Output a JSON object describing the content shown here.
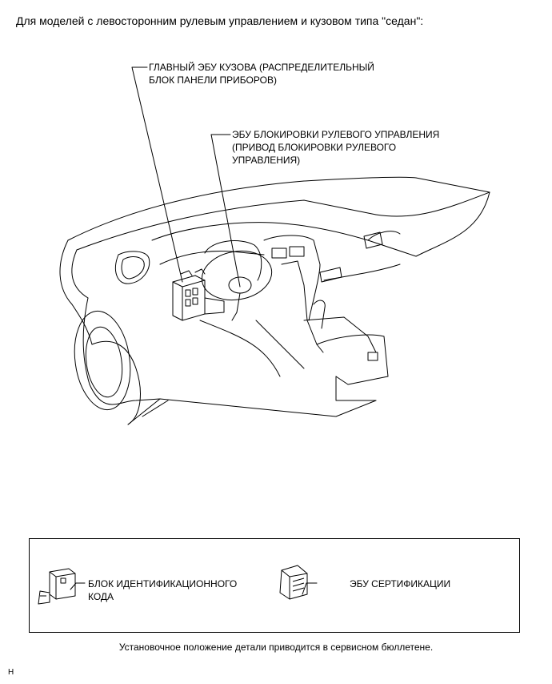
{
  "title": "Для моделей с левосторонним рулевым управлением и кузовом типа \"седан\":",
  "callouts": [
    {
      "id": "main-body-ecu",
      "lines": [
        "ГЛАВНЫЙ ЭБУ КУЗОВА (РАСПРЕДЕЛИТЕЛЬНЫЙ",
        "БЛОК ПАНЕЛИ ПРИБОРОВ)"
      ]
    },
    {
      "id": "steering-lock-ecu",
      "lines": [
        "ЭБУ БЛОКИРОВКИ РУЛЕВОГО УПРАВЛЕНИЯ",
        "(ПРИВОД БЛОКИРОВКИ РУЛЕВОГО",
        "УПРАВЛЕНИЯ)"
      ]
    }
  ],
  "legend": [
    {
      "id": "id-code-box",
      "lines": [
        "БЛОК ИДЕНТИФИКАЦИОННОГО",
        "КОДА"
      ],
      "icon": "id-code-box-icon"
    },
    {
      "id": "certification-ecu",
      "lines": [
        "ЭБУ СЕРТИФИКАЦИИ"
      ],
      "icon": "certification-ecu-icon"
    }
  ],
  "footnote": "Установочное положение детали приводится в сервисном бюллетене.",
  "figure_code": "H"
}
